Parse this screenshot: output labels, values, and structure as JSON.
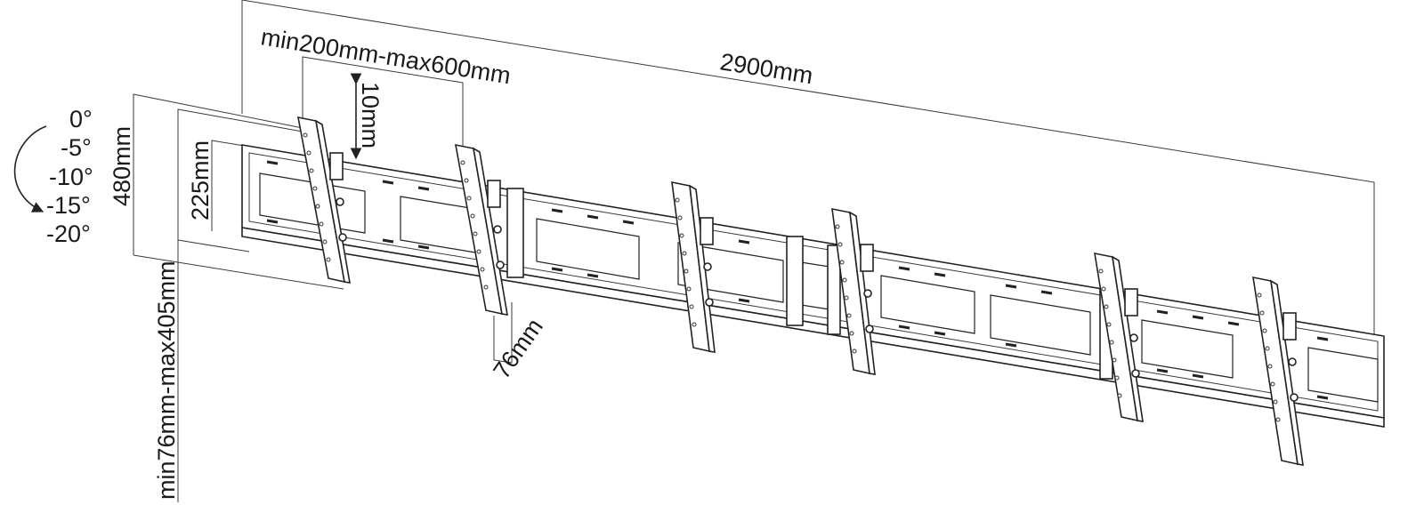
{
  "dimensions": {
    "total_length": "2900mm",
    "bracket_spacing": "min200mm-max600mm",
    "vertical_adjust": "10mm",
    "rail_height": "480mm",
    "inner_height": "225mm",
    "depth": "76mm",
    "wall_distance": "min76mm-max405mm"
  },
  "tilt_angles": [
    "0°",
    "-5°",
    "-10°",
    "-15°",
    "-20°"
  ],
  "colors": {
    "line": "#222222",
    "background": "#ffffff"
  }
}
